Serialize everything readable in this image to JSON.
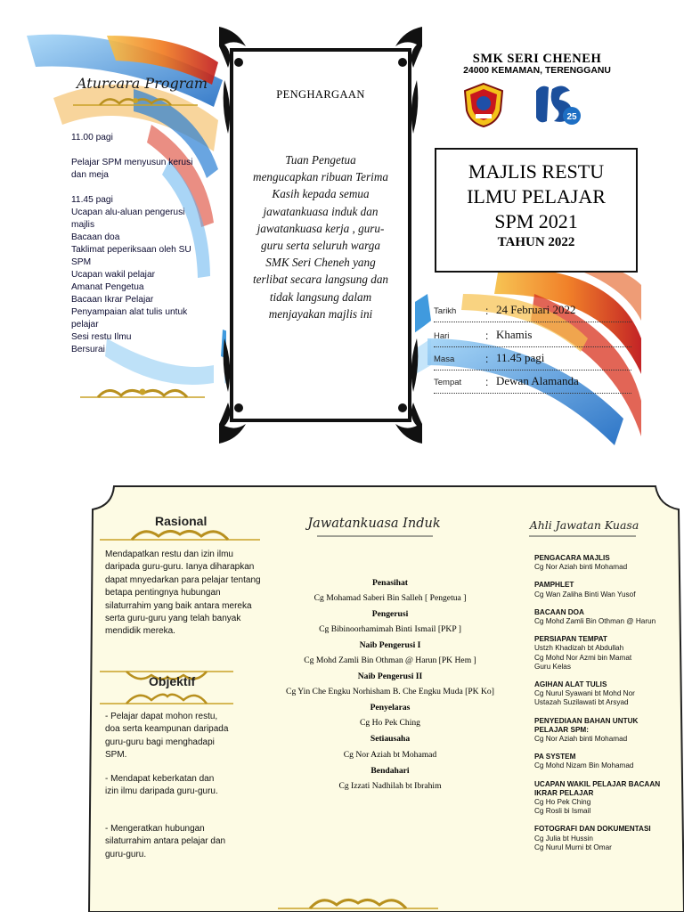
{
  "school": {
    "name": "SMK SERI CHENEH",
    "address": "24000 KEMAMAN, TERENGGANU"
  },
  "program": {
    "title": "Aturcara Program",
    "items": [
      "11.00 pagi",
      "",
      "Pelajar SPM menyusun kerusi dan meja",
      "",
      "11.45 pagi",
      "Ucapan alu-aluan pengerusi majlis",
      "Bacaan doa",
      "Taklimat peperiksaan oleh SU SPM",
      "Ucapan wakil pelajar",
      "Amanat Pengetua",
      "Bacaan Ikrar Pelajar",
      "Penyampaian alat tulis untuk pelajar",
      "Sesi restu Ilmu",
      "Bersurai"
    ]
  },
  "appreciation": {
    "heading": "PENGHARGAAN",
    "text": "Tuan Pengetua mengucapkan ribuan Terima Kasih kepada semua jawatankuasa induk dan jawatankuasa kerja , guru-guru serta seluruh warga SMK Seri Cheneh yang terlibat secara langsung dan tidak langsung dalam menjayakan majlis ini"
  },
  "event": {
    "title_line1": "MAJLIS RESTU",
    "title_line2": "ILMU PELAJAR",
    "title_line3": "SPM 2021",
    "year": "TAHUN 2022",
    "details": [
      {
        "label": "Tarikh",
        "value": "24 Februari 2022"
      },
      {
        "label": "Hari",
        "value": "Khamis"
      },
      {
        "label": "Masa",
        "value": "11.45 pagi"
      },
      {
        "label": "Tempat",
        "value": "Dewan Alamanda"
      }
    ]
  },
  "rasional": {
    "heading": "Rasional",
    "text": "Mendapatkan restu dan izin ilmu daripada guru-guru. Ianya diharapkan dapat mnyedarkan para pelajar tentang betapa pentingnya hubungan silaturrahim yang baik antara mereka serta guru-guru yang telah banyak mendidik mereka."
  },
  "objektif": {
    "heading": "Objektif",
    "items": [
      "- Pelajar dapat mohon restu, doa serta keampunan daripada guru-guru bagi menghadapi SPM.",
      "- Mendapat keberkatan dan izin ilmu daripada guru-guru.",
      "- Mengeratkan hubungan silaturrahim antara pelajar dan guru-guru."
    ]
  },
  "committee": {
    "title": "Jawatankuasa Induk",
    "members": [
      {
        "role": "Penasihat",
        "name": "Cg Mohamad Saberi Bin Salleh [ Pengetua ]"
      },
      {
        "role": "Pengerusi",
        "name": "Cg Bibinoorhamimah Binti Ismail [PKP ]"
      },
      {
        "role": "Naib Pengerusi I",
        "name": "Cg Mohd Zamli Bin Othman @ Harun [PK Hem ]"
      },
      {
        "role": "Naib Pengerusi II",
        "name": "Cg Yin Che Engku Norhisham B. Che Engku Muda [PK Ko]"
      },
      {
        "role": "Penyelaras",
        "name": "Cg Ho Pek Ching"
      },
      {
        "role": "Setiausaha",
        "name": "Cg Nor Aziah bt Mohamad"
      },
      {
        "role": "Bendahari",
        "name": "Cg Izzati Nadhilah bt Ibrahim"
      }
    ]
  },
  "staff": {
    "title": "Ahli Jawatan Kuasa",
    "groups": [
      {
        "role": "PENGACARA MAJLIS",
        "names": [
          "Cg Nor Aziah binti Mohamad"
        ]
      },
      {
        "role": "PAMPHLET",
        "names": [
          "Cg Wan Zaliha Binti Wan Yusof"
        ]
      },
      {
        "role": "BACAAN DOA",
        "names": [
          "Cg Mohd Zamli Bin Othman @ Harun"
        ]
      },
      {
        "role": "PERSIAPAN TEMPAT",
        "names": [
          "Ustzh Khadizah bt Abdullah",
          "Cg Mohd Nor Azmi bin Mamat",
          "Guru Kelas"
        ]
      },
      {
        "role": "AGIHAN ALAT TULIS",
        "names": [
          "Cg Nurul Syawani bt Mohd Nor",
          "Ustazah Suzilawati bt Arsyad"
        ]
      },
      {
        "role": "PENYEDIAAN BAHAN UNTUK PELAJAR SPM:",
        "names": [
          "Cg Nor Aziah binti Mohamad"
        ]
      },
      {
        "role": "PA SYSTEM",
        "names": [
          "Cg Mohd Nizam Bin Mohamad"
        ]
      },
      {
        "role": "UCAPAN WAKIL PELAJAR BACAAN IKRAR PELAJAR",
        "names": [
          "Cg Ho Pek Ching",
          "Cg Rosli bi Ismail"
        ]
      },
      {
        "role": "FOTOGRAFI DAN DOKUMENTASI",
        "names": [
          "Cg Julia bt Hussin",
          "Cg Nurul Murni bt Omar"
        ]
      }
    ]
  },
  "colors": {
    "parchment": "#fdfbe4",
    "gold": "#c9a227",
    "swirl_blue": "#1e88d8",
    "swirl_red": "#d8321e",
    "swirl_orange": "#f08a1e"
  }
}
